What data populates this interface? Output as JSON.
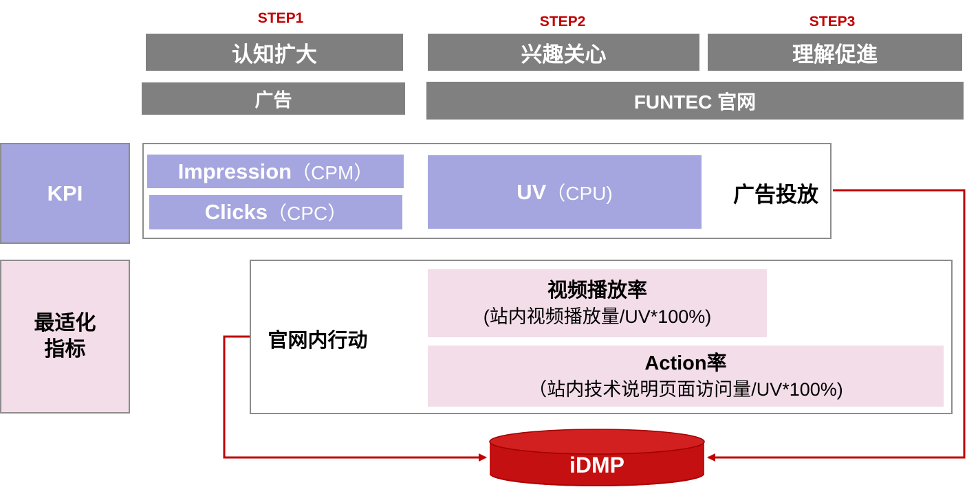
{
  "steps": [
    {
      "step": "STEP1",
      "label": "认知扩大"
    },
    {
      "step": "STEP2",
      "label": "兴趣关心"
    },
    {
      "step": "STEP3",
      "label": "理解促進"
    }
  ],
  "channels": {
    "ad": "广告",
    "site": "FUNTEC 官网"
  },
  "kpi": {
    "title": "KPI",
    "impression_bold": "Impression",
    "impression_unit": "（CPM）",
    "clicks_bold": "Clicks",
    "clicks_unit": "（CPC）",
    "uv_bold": "UV",
    "uv_unit": "（CPU)",
    "delivery_label": "广告投放"
  },
  "optimization": {
    "title_line1": "最适化",
    "title_line2": "指标",
    "action_label": "官网内行动",
    "video_rate_title": "视频播放率",
    "video_rate_formula": "(站内视频播放量/UV*100%)",
    "action_rate_title": "Action率",
    "action_rate_formula": "（站内技术说明页面访问量/UV*100%)"
  },
  "idmp": {
    "label": "iDMP"
  },
  "colors": {
    "accent_red": "#c00000",
    "gray": "#7f7f7f",
    "purple": "#a5a5df",
    "pink": "#f2dde8"
  }
}
